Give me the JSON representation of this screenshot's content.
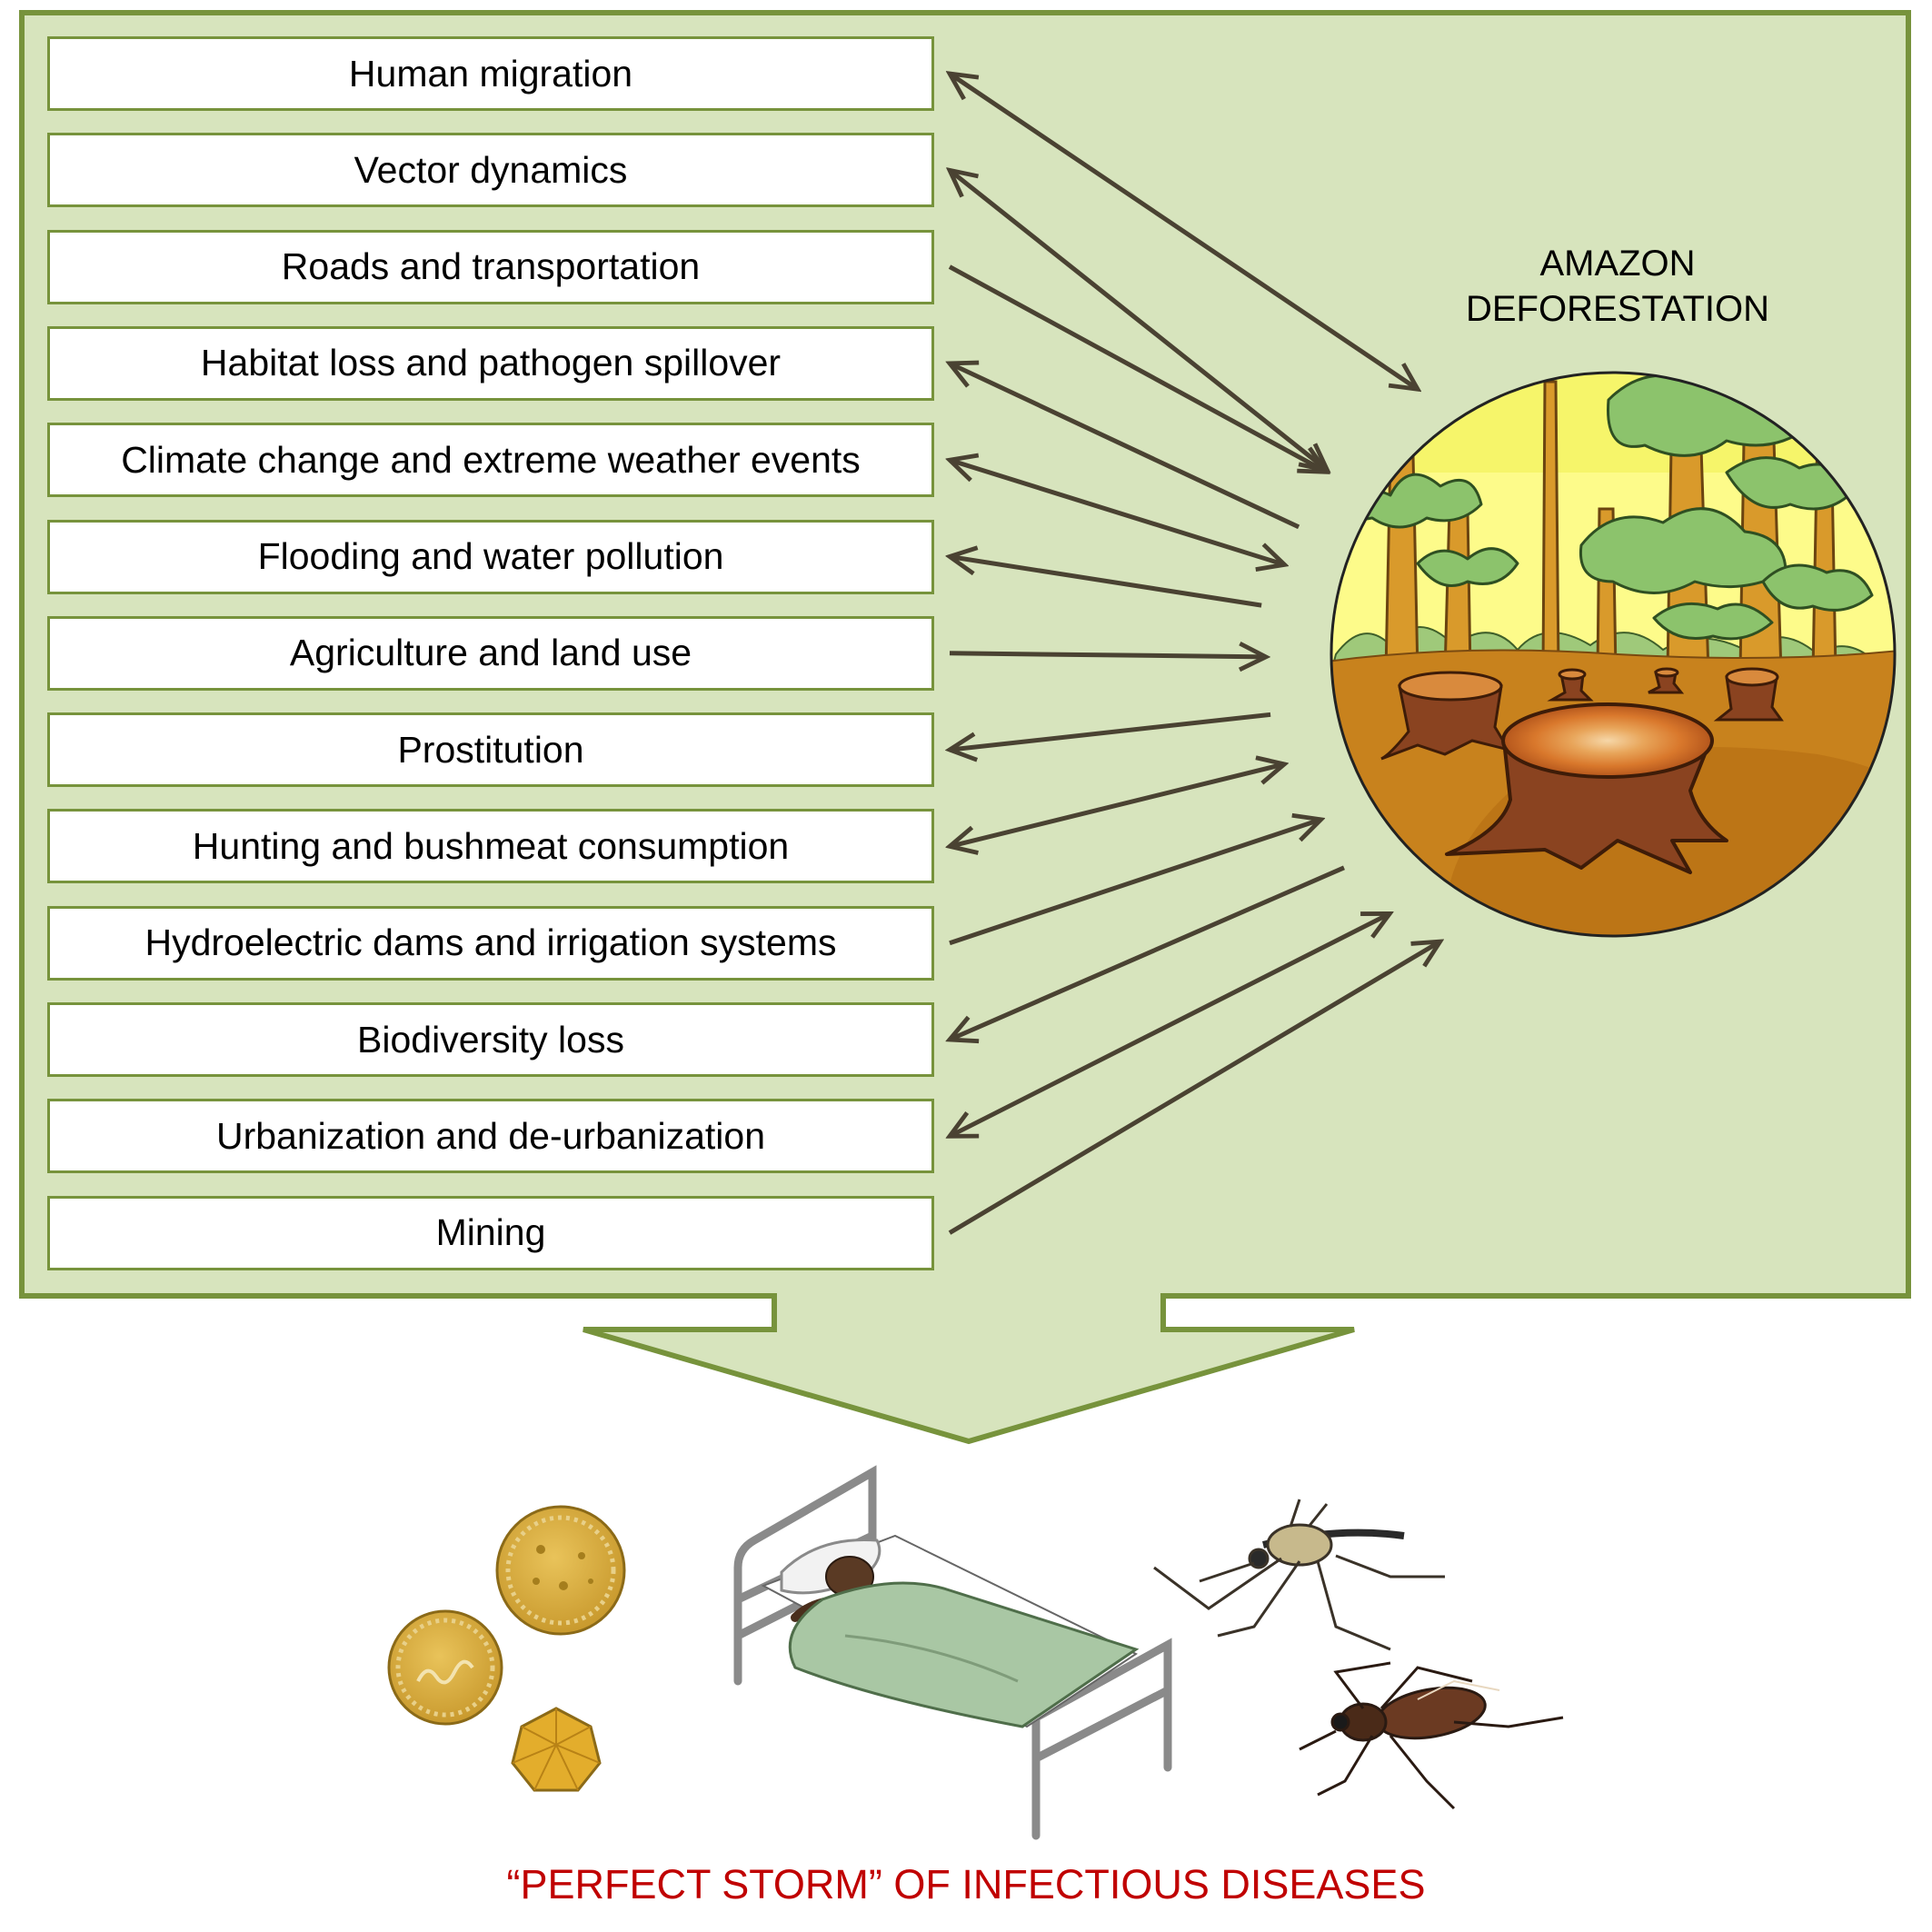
{
  "diagram": {
    "center_label": "AMAZON\nDEFORESTATION",
    "outcome_label": "“PERFECT STORM” OF INFECTIOUS DISEASES",
    "colors": {
      "panel_fill": "#d7e4bd",
      "panel_border": "#77933c",
      "box_border": "#77933c",
      "arrow": "#4a4232",
      "outcome_text": "#c00000"
    },
    "factors": [
      {
        "label": "Human migration",
        "direction": "bidirectional"
      },
      {
        "label": "Vector dynamics",
        "direction": "bidirectional"
      },
      {
        "label": "Roads and transportation",
        "direction": "to-deforestation"
      },
      {
        "label": "Habitat loss and pathogen spillover",
        "direction": "from-deforestation"
      },
      {
        "label": "Climate change and extreme weather events",
        "direction": "bidirectional"
      },
      {
        "label": "Flooding and water pollution",
        "direction": "from-deforestation"
      },
      {
        "label": "Agriculture and land use",
        "direction": "to-deforestation"
      },
      {
        "label": "Prostitution",
        "direction": "from-deforestation"
      },
      {
        "label": "Hunting and bushmeat consumption",
        "direction": "bidirectional"
      },
      {
        "label": "Hydroelectric dams and irrigation systems",
        "direction": "to-deforestation"
      },
      {
        "label": "Biodiversity loss",
        "direction": "from-deforestation"
      },
      {
        "label": "Urbanization and de-urbanization",
        "direction": "bidirectional"
      },
      {
        "label": "Mining",
        "direction": "to-deforestation"
      }
    ],
    "illustrations": [
      "deforestation-scene",
      "virus-particles",
      "sick-person-in-bed",
      "mosquitoes"
    ]
  }
}
